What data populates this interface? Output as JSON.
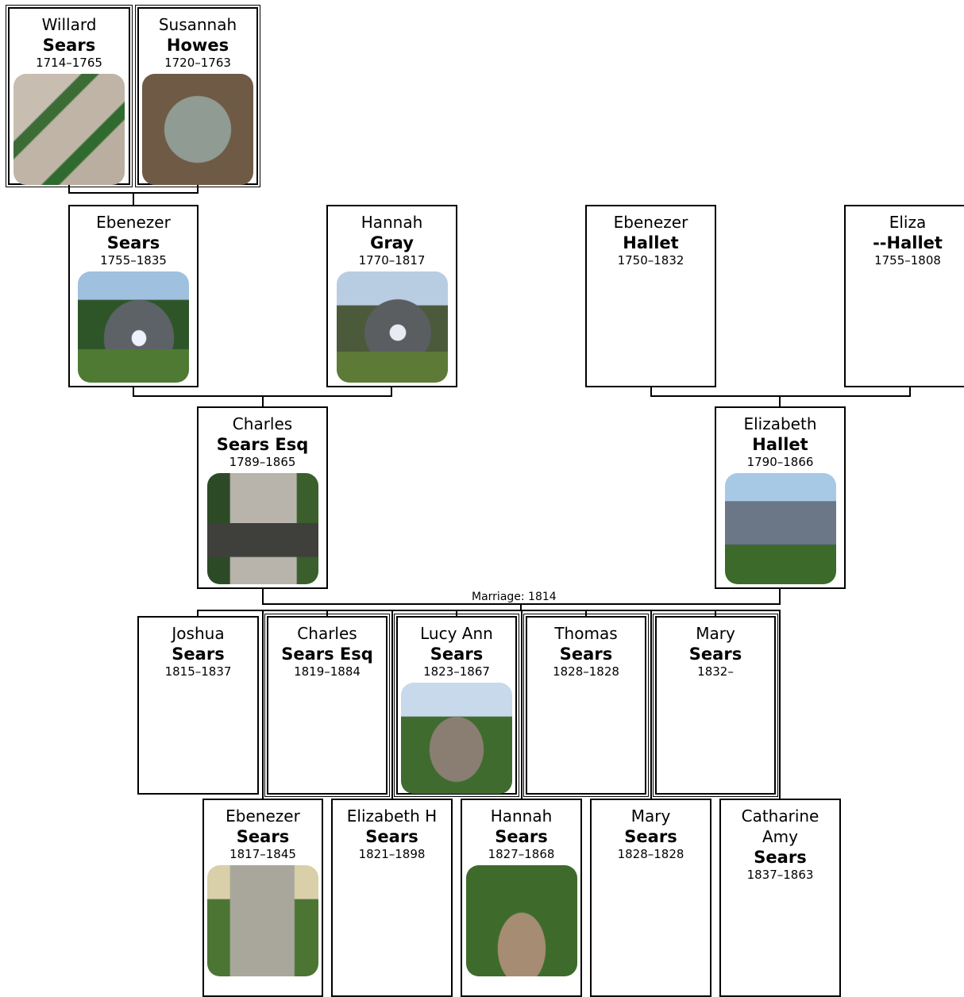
{
  "people": [
    {
      "id": "willard",
      "first": "Willard",
      "last": "Sears",
      "dates": "1714–1765",
      "photo": "ph-stone-green"
    },
    {
      "id": "susannah",
      "first": "Susannah",
      "last": "Howes",
      "dates": "1720–1763",
      "photo": "ph-stone-slate"
    },
    {
      "id": "ebenezer-sears",
      "first": "Ebenezer",
      "last": "Sears",
      "dates": "1755–1835",
      "photo": "ph-chapel"
    },
    {
      "id": "hannah-gray",
      "first": "Hannah",
      "last": "Gray",
      "dates": "1770–1817",
      "photo": "ph-chapel2"
    },
    {
      "id": "ebenezer-hallet",
      "first": "Ebenezer",
      "last": "Hallet",
      "dates": "1750–1832",
      "photo": ""
    },
    {
      "id": "eliza-hallet",
      "first": "Eliza",
      "last": "--Hallet",
      "dates": "1755–1808",
      "photo": ""
    },
    {
      "id": "charles-esq",
      "first": "Charles",
      "last": "Sears Esq",
      "dates": "1789–1865",
      "photo": "ph-monument"
    },
    {
      "id": "elizabeth-hallet",
      "first": "Elizabeth",
      "last": "Hallet",
      "dates": "1790–1866",
      "photo": "ph-mausoleum"
    },
    {
      "id": "joshua",
      "first": "Joshua",
      "last": "Sears",
      "dates": "1815–1837",
      "photo": ""
    },
    {
      "id": "charles-jr",
      "first": "Charles",
      "last": "Sears Esq",
      "dates": "1819–1884",
      "photo": ""
    },
    {
      "id": "lucy-ann",
      "first": "Lucy Ann",
      "last": "Sears",
      "dates": "1823–1867",
      "photo": "ph-tomb"
    },
    {
      "id": "thomas",
      "first": "Thomas",
      "last": "Sears",
      "dates": "1828–1828",
      "photo": ""
    },
    {
      "id": "mary-1832",
      "first": "Mary",
      "last": "Sears",
      "dates": "1832–",
      "photo": ""
    },
    {
      "id": "ebenezer-1817",
      "first": "Ebenezer",
      "last": "Sears",
      "dates": "1817–1845",
      "photo": "ph-slab"
    },
    {
      "id": "elizabeth-h",
      "first": "Elizabeth H",
      "last": "Sears",
      "dates": "1821–1898",
      "photo": ""
    },
    {
      "id": "hannah-1827",
      "first": "Hannah",
      "last": "Sears",
      "dates": "1827–1868",
      "photo": "ph-arch"
    },
    {
      "id": "mary-1828",
      "first": "Mary",
      "last": "Sears",
      "dates": "1828–1828",
      "photo": ""
    },
    {
      "id": "catharine",
      "first": "Catharine\nAmy",
      "last": "Sears",
      "dates": "1837–1863",
      "photo": ""
    }
  ],
  "marriage_label": "Marriage: 1814"
}
